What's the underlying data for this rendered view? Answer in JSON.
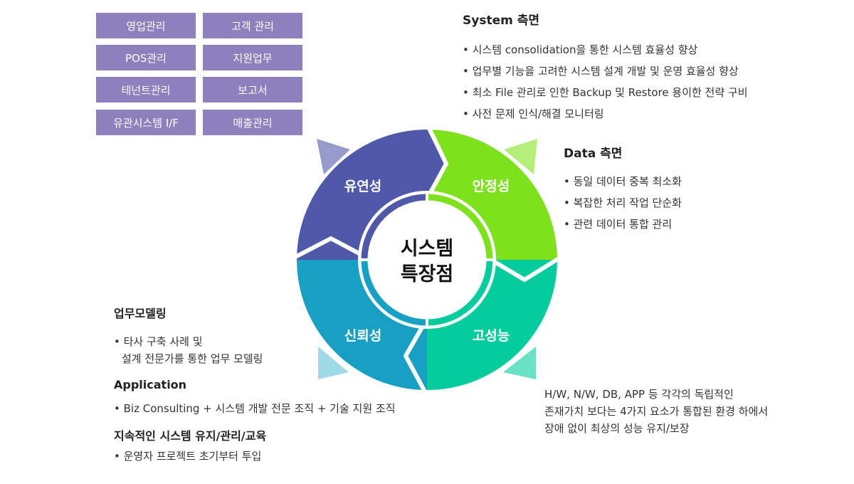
{
  "modules": [
    "영업관리",
    "고객 관리",
    "POS관리",
    "지원업무",
    "테넌트관리",
    "보고서",
    "유관시스템 I/F",
    "매출관리"
  ],
  "diagram": {
    "center": [
      "시스템",
      "특장점"
    ],
    "segments": [
      {
        "label": "유연성",
        "color": "#5059a9",
        "light": "#979bcb"
      },
      {
        "label": "안정성",
        "color": "#7de11c",
        "light": "#b4ee7a"
      },
      {
        "label": "고성능",
        "color": "#04cc9c",
        "light": "#6ae0c4"
      },
      {
        "label": "신뢰성",
        "color": "#17a0c3",
        "light": "#9fd8e6"
      }
    ]
  },
  "system": {
    "title": "System 측면",
    "items": [
      "• 시스템 consolidation을 통한  시스템 효율성 향상",
      "• 업무별 기능을 고려한 시스템 설계 개발 및 운영 효율성 향상",
      "• 최소 File 관리로 인한 Backup 및 Restore 용이한 전략 구비",
      "• 사전 문제 인식/해결 모니터링"
    ]
  },
  "data_side": {
    "title": "Data 측면",
    "items": [
      "• 동일 데이터 중복 최소화",
      "• 복잡한 처리 작업 단순화",
      "• 관련 데이터 통합 관리"
    ]
  },
  "modeling": {
    "title": "업무모델링",
    "items": [
      "• 타사 구축 사례 및",
      "설계 전문가를 통한 업무 모델링"
    ]
  },
  "application": {
    "title": "Application",
    "items": [
      "• Biz Consulting + 시스템 개발 전문 조직  + 기술 지원 조직"
    ]
  },
  "maintenance": {
    "title": "지속적인 시스템 유지/관리/교육",
    "items": [
      "• 운영자 프로젝트 초기부터 투입"
    ]
  },
  "performance": {
    "lines": [
      "H/W, N/W, DB, APP 등 각각의 독립적인",
      "존재가치 보다는  4가지 요소가 통합된 환경 하에서",
      "장애 없이 최상의 성능 유지/보장"
    ]
  }
}
